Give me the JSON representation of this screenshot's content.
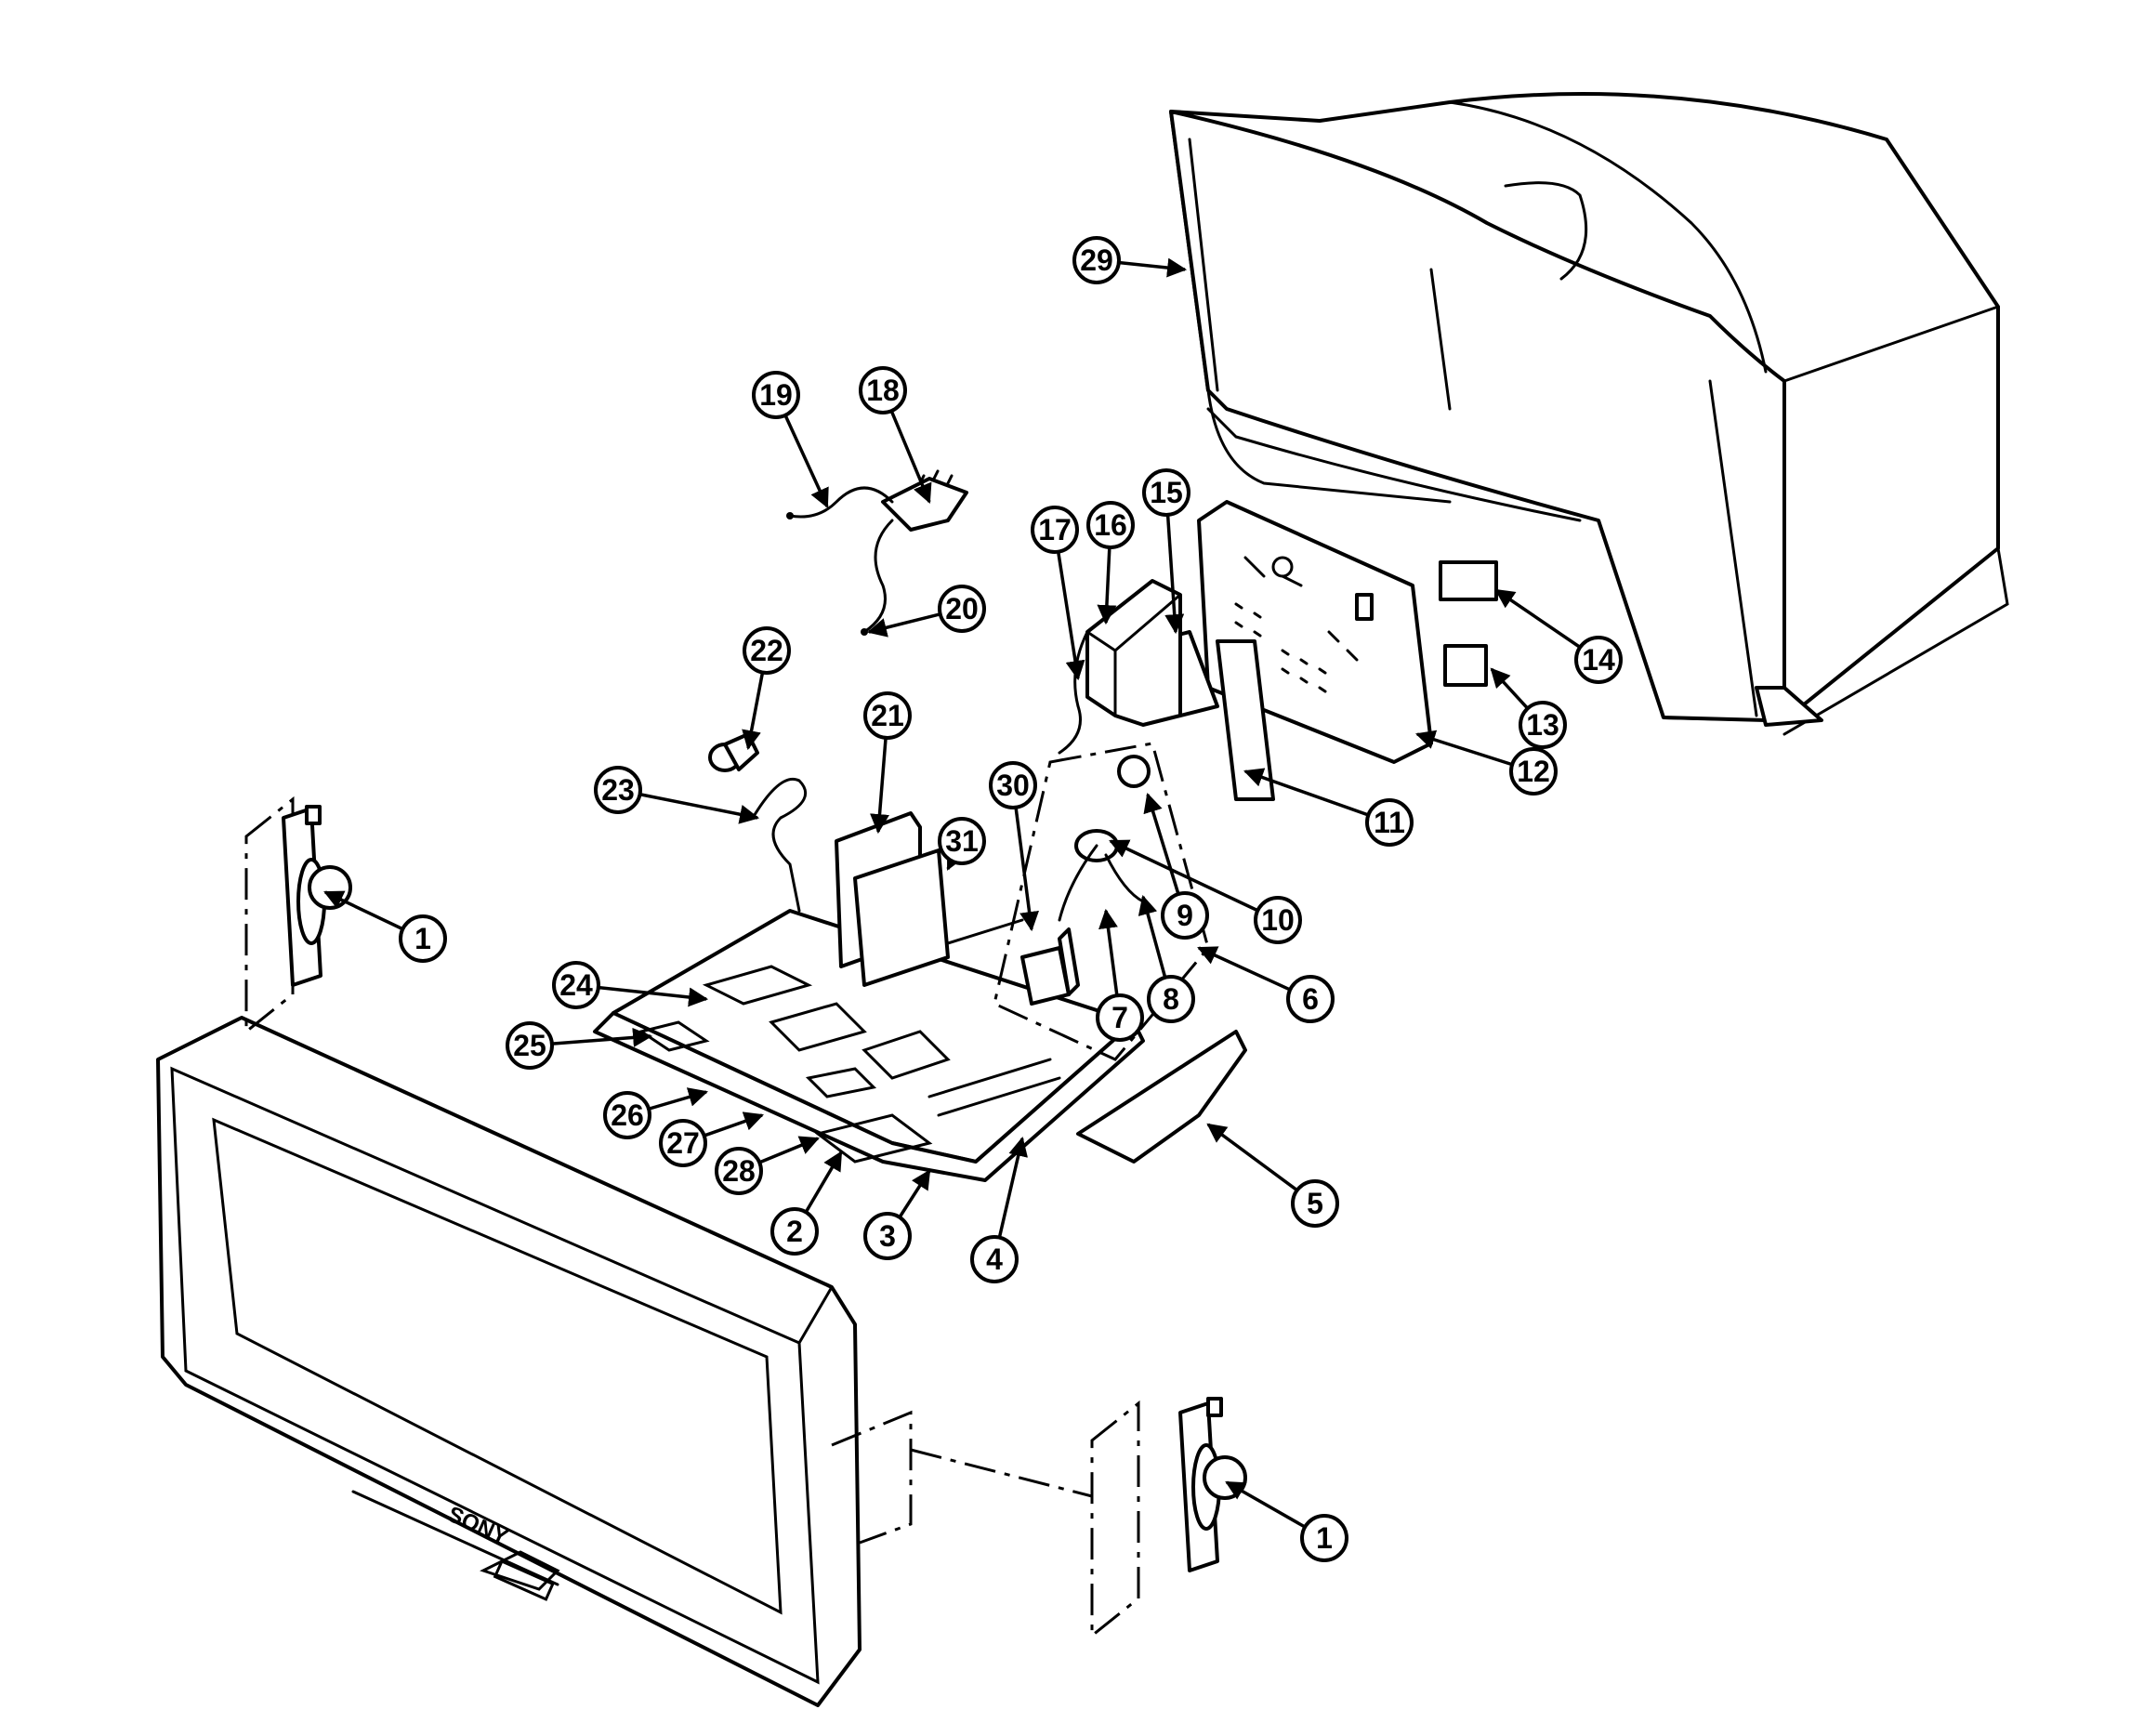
{
  "brand_label": "SONY",
  "callouts": [
    "1",
    "1",
    "2",
    "3",
    "4",
    "5",
    "6",
    "7",
    "8",
    "9",
    "10",
    "11",
    "12",
    "13",
    "14",
    "15",
    "16",
    "17",
    "18",
    "19",
    "20",
    "21",
    "22",
    "23",
    "24",
    "25",
    "26",
    "27",
    "28",
    "29",
    "30",
    "31"
  ]
}
